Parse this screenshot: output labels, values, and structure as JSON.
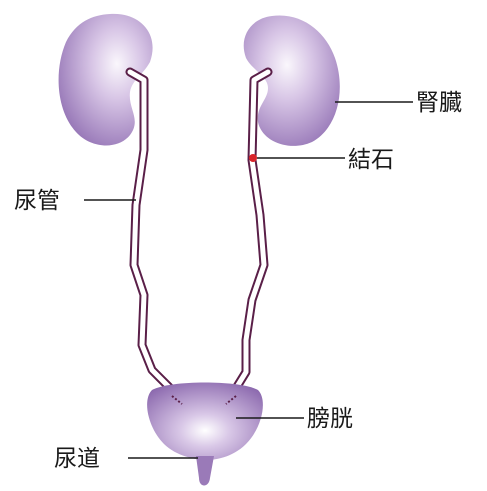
{
  "labels": {
    "kidney": "腎臓",
    "stone": "結石",
    "ureter": "尿管",
    "bladder": "膀胱",
    "urethra": "尿道"
  },
  "colors": {
    "organ_light": "#f3eef8",
    "organ_mid": "#b79bd0",
    "organ_dark": "#7b5b9e",
    "tube_outline": "#5a1f48",
    "stone": "#d8232a",
    "leader": "#1a1a1a"
  }
}
